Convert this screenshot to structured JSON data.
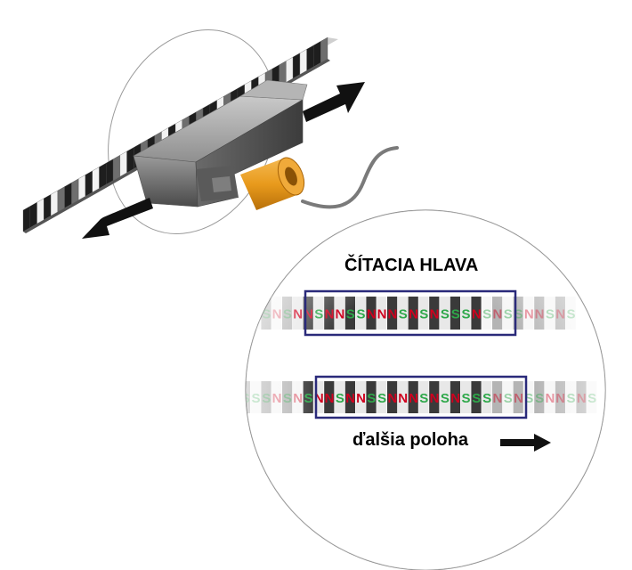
{
  "labels": {
    "reading_head": "ČÍTACIA HLAVA",
    "next_position": "ďalšia poloha"
  },
  "tape_rows": [
    {
      "id": "position-1",
      "pattern": "NSSSNSNNSNNSSNNNSNSNSSSNSNSSNNSNS",
      "window": [
        6,
        23
      ]
    },
    {
      "id": "position-2",
      "pattern": "NSSSNSNSNNSNNSSNNNSNSNSSSNSNSSNNSNS",
      "window": [
        7,
        24
      ]
    }
  ],
  "colors": {
    "north": "#d0001e",
    "south": "#2ea84a",
    "dark_cell": "#3a3a3a",
    "light_cell": "#e8e8e8",
    "window_border": "#2a2a7a",
    "sensor_orange": "#e89a1c",
    "head_gray": "#8a8a8a"
  },
  "icons": [
    "arrow-left-icon",
    "arrow-right-icon"
  ]
}
